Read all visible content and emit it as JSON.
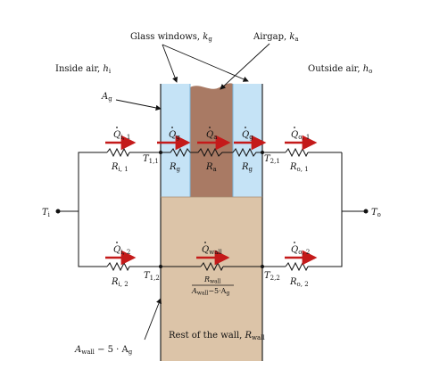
{
  "labels": {
    "glass_windows": "Glass windows, ",
    "glass_windows_sym": "k",
    "glass_windows_sub": "g",
    "airgap": "Airgap, ",
    "airgap_sym": "k",
    "airgap_sub": "a",
    "inside_air": "Inside air, ",
    "inside_air_sym": "h",
    "inside_air_sub": "i",
    "outside_air": "Outside air, ",
    "outside_air_sym": "h",
    "outside_air_sub": "o",
    "area_g": "A",
    "area_g_sub": "g",
    "area_wall": "A",
    "area_wall_sub": "wall",
    "area_wall_rest": " − 5 · A",
    "area_wall_rest_sub": "g",
    "rest_of_wall": "Rest of the wall, ",
    "rest_of_wall_sym": "R",
    "rest_of_wall_sub": "wall"
  },
  "nodes": {
    "ti": "T",
    "ti_sub": "i",
    "to": "T",
    "to_sub": "o",
    "t11": "T",
    "t11_sub": "1,1",
    "t21": "T",
    "t21_sub": "2,1",
    "t12": "T",
    "t12_sub": "1,2",
    "t22": "T",
    "t22_sub": "2,2"
  },
  "resistors": {
    "ri1": "R",
    "ri1_sub": "i, 1",
    "rg1": "R",
    "rg1_sub": "g",
    "ra": "R",
    "ra_sub": "a",
    "rg2": "R",
    "rg2_sub": "g",
    "ro1": "R",
    "ro1_sub": "o, 1",
    "ri2": "R",
    "ri2_sub": "i, 2",
    "ro2": "R",
    "ro2_sub": "o, 2",
    "rwall_num": "R",
    "rwall_num_sub": "wall",
    "rwall_den": "A",
    "rwall_den_sub": "wall",
    "rwall_den_rest": "−5·A",
    "rwall_den_rest_sub": "g"
  },
  "heat_flows": {
    "qi1": "Q",
    "qi1_sub": "i, 1",
    "qg1": "Q",
    "qg1_sub": "g",
    "qa": "Q",
    "qa_sub": "a",
    "qg2": "Q",
    "qg2_sub": "g",
    "qo1": "Q",
    "qo1_sub": "o, 1",
    "qi2": "Q",
    "qi2_sub": "i, 2",
    "qwall": "Q",
    "qwall_sub": "wall",
    "qo2": "Q",
    "qo2_sub": "o, 2"
  },
  "colors": {
    "glass": "#c5e3f6",
    "glass_edge": "#7ab6dc",
    "airgap": "#a97a64",
    "wall": "#dcc4a8",
    "arrow": "#c41a1a",
    "wire": "#111111"
  }
}
